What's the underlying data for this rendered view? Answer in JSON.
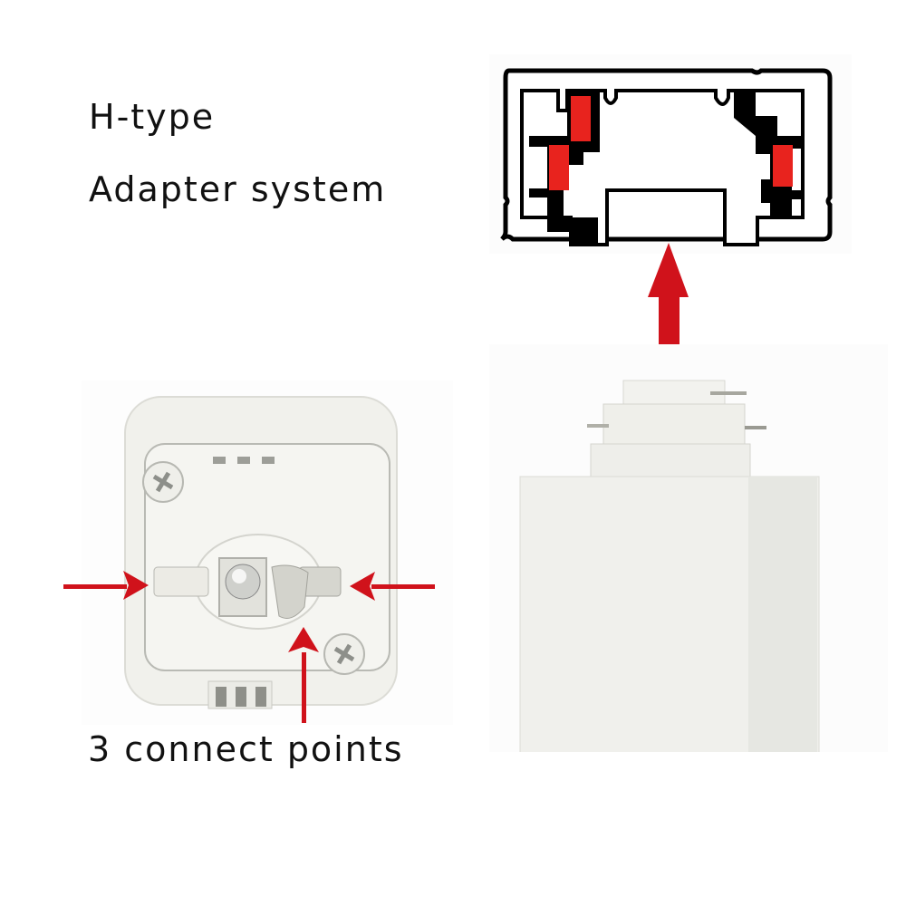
{
  "title": {
    "line1": "H-type",
    "line2": "Adapter system"
  },
  "caption": "3 connect points",
  "diagram": {
    "name": "H-type track cross-section",
    "contact_color": "#e8231e",
    "outline_color": "#000000"
  },
  "photos": {
    "left": "adapter underside with 3 contacts",
    "right": "adapter side view"
  },
  "colors": {
    "arrow": "#d0121b",
    "body": "#f1f1ed",
    "body_shade": "#e4e5e0",
    "text": "#111111"
  },
  "icons": [
    "arrow-up-icon",
    "arrow-right-icon",
    "arrow-left-icon",
    "arrow-up-icon",
    "screw-icon",
    "screw-icon"
  ]
}
